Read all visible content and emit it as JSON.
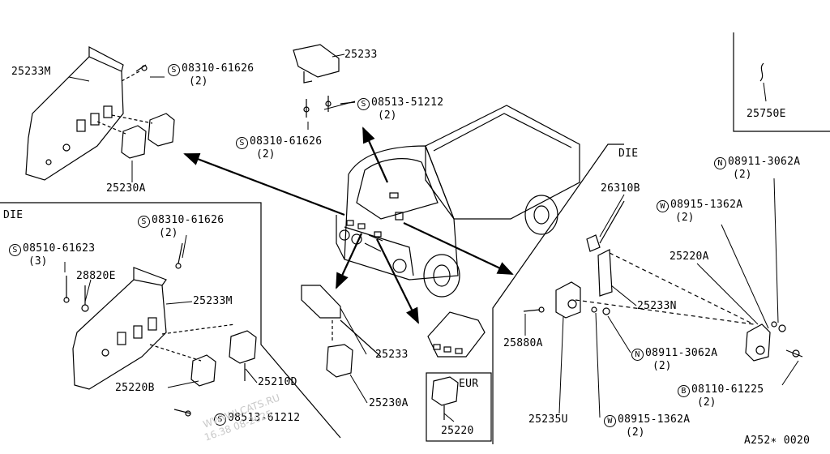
{
  "sections": {
    "die_left": "DIE",
    "die_right": "DIE",
    "eur_box": "EUR"
  },
  "labels": {
    "p25233M_top": "25233M",
    "p25233_top": "25233",
    "s08310_a": "08310-61626",
    "s08310_a_qty": "(2)",
    "s08513_a": "08513-51212",
    "s08513_a_qty": "(2)",
    "s08310_b": "08310-61626",
    "s08310_b_qty": "(2)",
    "p25230A_top": "25230A",
    "p25750E": "25750E",
    "s08310_c": "08310-61626",
    "s08310_c_qty": "(2)",
    "s08510": "08510-61623",
    "s08510_qty": "(3)",
    "p28820E": "28820E",
    "p25233M_bot": "25233M",
    "p25220B": "25220B",
    "p25210D": "25210D",
    "s08513_b": "08513-61212",
    "p25233_mid": "25233",
    "p25230A_mid": "25230A",
    "p25220": "25220",
    "n08911_a": "08911-3062A",
    "n08911_a_qty": "(2)",
    "p26310B": "26310B",
    "w08915_a": "08915-1362A",
    "w08915_a_qty": "(2)",
    "p25220A": "25220A",
    "p25233N": "25233N",
    "p25880A": "25880A",
    "n08911_b": "08911-3062A",
    "n08911_b_qty": "(2)",
    "b08110": "08110-61225",
    "b08110_qty": "(2)",
    "p25235U": "25235U",
    "w08915_b": "08915-1362A",
    "w08915_b_qty": "(2)",
    "diagram_code": "A252∗ 0020"
  },
  "symbols": {
    "s": "S",
    "n": "N",
    "w": "W",
    "b": "B"
  },
  "watermark": {
    "line1": "WWW.ILCATS.RU",
    "line2": "16.38 08-2025"
  }
}
